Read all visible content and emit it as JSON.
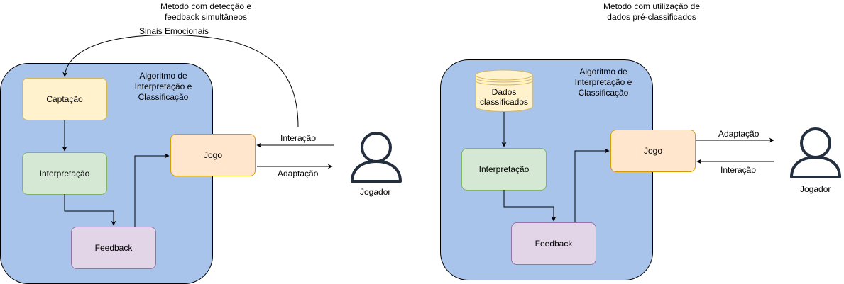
{
  "left": {
    "title": "Metodo com detecção e\nfeedback simultâneos",
    "algorithm_label": "Algoritmo de\nInterpretação e\nClassificação",
    "nodes": {
      "captacao": "Captação",
      "interpretacao": "Interpretação",
      "feedback": "Feedback",
      "jogo": "Jogo"
    },
    "edges": {
      "sinais": "Sinais Emocionais",
      "interacao": "Interação",
      "adaptacao": "Adaptação"
    },
    "player": "Jogador"
  },
  "right": {
    "title": "Metodo com utilização de\ndados pré-classificados",
    "algorithm_label": "Algoritmo de\nInterpretação e\nClassificação",
    "nodes": {
      "dados": "Dados\nclassificados",
      "interpretacao": "Interpretação",
      "feedback": "Feedback",
      "jogo": "Jogo"
    },
    "edges": {
      "adaptacao": "Adaptação",
      "interacao": "Interação"
    },
    "player": "Jogador"
  },
  "colors": {
    "container": "#a9c4eb",
    "captacao": "#fff2cc",
    "captacao_border": "#d6b656",
    "interpretacao": "#d5e8d4",
    "interpretacao_border": "#82b366",
    "feedback": "#e1d5e7",
    "feedback_border": "#9673a6",
    "jogo": "#ffe6cc",
    "jogo_border": "#d79b00",
    "dados": "#fff2cc",
    "dados_border": "#d6b656",
    "player": "#232f3e"
  }
}
